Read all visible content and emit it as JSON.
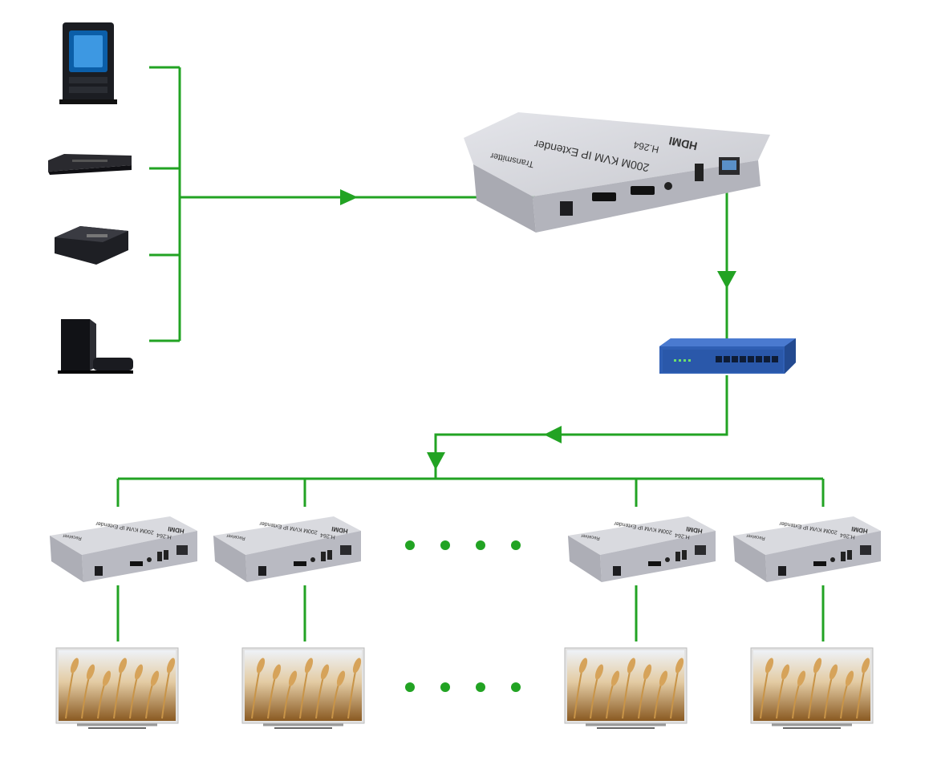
{
  "colors": {
    "wire": "#22a323",
    "device_body": "#cfd0d6",
    "device_top": "#d9dadf",
    "device_front": "#b9bac2",
    "switch_blue": "#2f5fb4",
    "tv_frame": "#e3e3e3"
  },
  "transmitter": {
    "brand_label": "HDMI",
    "codec_label": "H.264",
    "model_label": "200M KVM IP Extender",
    "role_label": "Transmitter"
  },
  "receiver": {
    "brand_label": "HDMI",
    "codec_label": "H.264",
    "model_label": "200M KVM IP Extender",
    "role_label": "Receiver"
  },
  "sources": [
    {
      "name": "desktop-pc"
    },
    {
      "name": "dvd-player"
    },
    {
      "name": "set-top-box"
    },
    {
      "name": "game-console"
    }
  ],
  "icons": {
    "desktop": "desktop-pc-icon",
    "dvd": "dvd-player-icon",
    "stb": "set-top-box-icon",
    "console": "game-console-icon",
    "switch": "network-switch-icon",
    "tv": "tv-icon"
  }
}
